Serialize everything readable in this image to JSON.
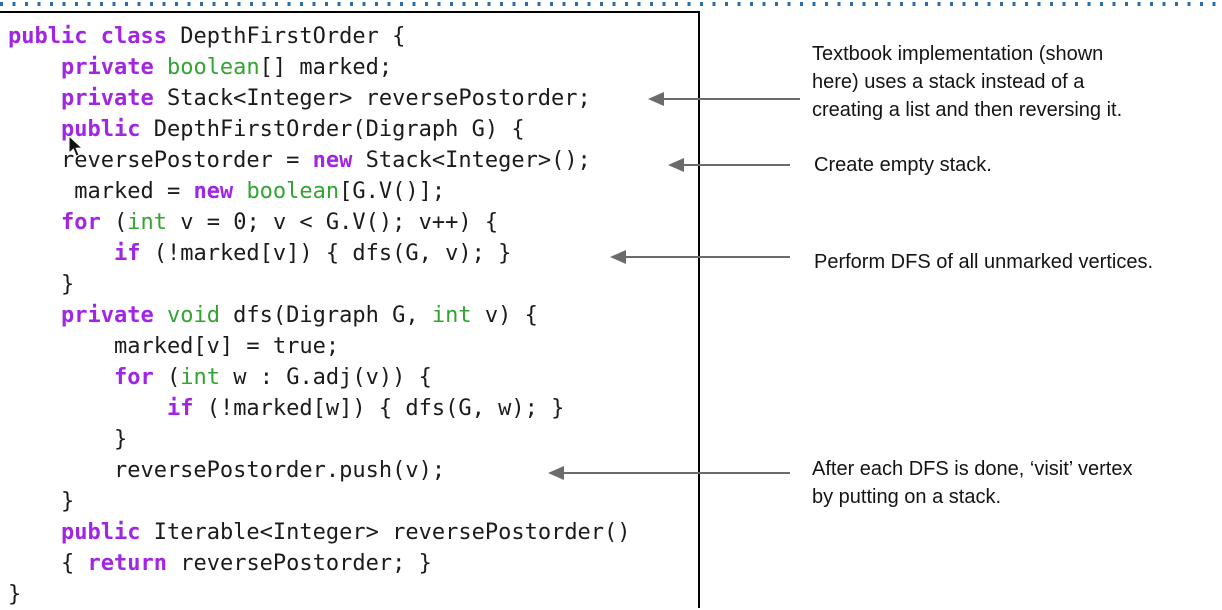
{
  "colors": {
    "keyword": "#a126e3",
    "type": "#33a333",
    "code-text": "#1b1b1b",
    "arrow": "#6b6b6b",
    "border": "#000000",
    "dots": "#2d6db0",
    "note-text": "#141414"
  },
  "code": {
    "language": "java",
    "lines": [
      [
        {
          "t": "public",
          "c": "k"
        },
        {
          "t": " ",
          "c": "p"
        },
        {
          "t": "class",
          "c": "k"
        },
        {
          "t": " DepthFirstOrder {",
          "c": "p"
        }
      ],
      [
        {
          "t": "    ",
          "c": "p"
        },
        {
          "t": "private",
          "c": "k"
        },
        {
          "t": " ",
          "c": "p"
        },
        {
          "t": "boolean",
          "c": "t"
        },
        {
          "t": "[] marked;",
          "c": "p"
        }
      ],
      [
        {
          "t": "    ",
          "c": "p"
        },
        {
          "t": "private",
          "c": "k"
        },
        {
          "t": " Stack<Integer> reversePostorder;",
          "c": "p"
        }
      ],
      [
        {
          "t": "    ",
          "c": "p"
        },
        {
          "t": "public",
          "c": "k"
        },
        {
          "t": " DepthFirstOrder(Digraph G) {",
          "c": "p"
        }
      ],
      [
        {
          "t": "    reversePostorder = ",
          "c": "p"
        },
        {
          "t": "new",
          "c": "k"
        },
        {
          "t": " Stack<Integer>();",
          "c": "p"
        }
      ],
      [
        {
          "t": "     marked = ",
          "c": "p"
        },
        {
          "t": "new",
          "c": "k"
        },
        {
          "t": " ",
          "c": "p"
        },
        {
          "t": "boolean",
          "c": "t"
        },
        {
          "t": "[G.V()];",
          "c": "p"
        }
      ],
      [
        {
          "t": "    ",
          "c": "p"
        },
        {
          "t": "for",
          "c": "k"
        },
        {
          "t": " (",
          "c": "p"
        },
        {
          "t": "int",
          "c": "t"
        },
        {
          "t": " v = 0; v < G.V(); v++) {",
          "c": "p"
        }
      ],
      [
        {
          "t": "        ",
          "c": "p"
        },
        {
          "t": "if",
          "c": "k"
        },
        {
          "t": " (!marked[v]) { dfs(G, v); }",
          "c": "p"
        }
      ],
      [
        {
          "t": "    }",
          "c": "p"
        }
      ],
      [
        {
          "t": "    ",
          "c": "p"
        },
        {
          "t": "private",
          "c": "k"
        },
        {
          "t": " ",
          "c": "p"
        },
        {
          "t": "void",
          "c": "t"
        },
        {
          "t": " dfs(Digraph G, ",
          "c": "p"
        },
        {
          "t": "int",
          "c": "t"
        },
        {
          "t": " v) {",
          "c": "p"
        }
      ],
      [
        {
          "t": "        marked[v] = true;",
          "c": "p"
        }
      ],
      [
        {
          "t": "        ",
          "c": "p"
        },
        {
          "t": "for",
          "c": "k"
        },
        {
          "t": " (",
          "c": "p"
        },
        {
          "t": "int",
          "c": "t"
        },
        {
          "t": " w : G.adj(v)) {",
          "c": "p"
        }
      ],
      [
        {
          "t": "            ",
          "c": "p"
        },
        {
          "t": "if",
          "c": "k"
        },
        {
          "t": " (!marked[w]) { dfs(G, w); }",
          "c": "p"
        }
      ],
      [
        {
          "t": "        }",
          "c": "p"
        }
      ],
      [
        {
          "t": "        reversePostorder.push(v);",
          "c": "p"
        }
      ],
      [
        {
          "t": "    }",
          "c": "p"
        }
      ],
      [
        {
          "t": "    ",
          "c": "p"
        },
        {
          "t": "public",
          "c": "k"
        },
        {
          "t": " Iterable<Integer> reversePostorder()",
          "c": "p"
        }
      ],
      [
        {
          "t": "    { ",
          "c": "p"
        },
        {
          "t": "return",
          "c": "k"
        },
        {
          "t": " reversePostorder; }",
          "c": "p"
        }
      ],
      [
        {
          "t": "}",
          "c": "p"
        }
      ]
    ]
  },
  "annotations": [
    {
      "lines": [
        "Textbook implementation (shown",
        "here) uses a stack instead of a",
        "creating a list and then reversing it."
      ]
    },
    {
      "lines": [
        "Create empty stack."
      ]
    },
    {
      "lines": [
        "Perform DFS of all unmarked vertices."
      ]
    },
    {
      "lines": [
        "After each DFS is done, ‘visit’ vertex",
        "by putting on a stack."
      ]
    }
  ]
}
